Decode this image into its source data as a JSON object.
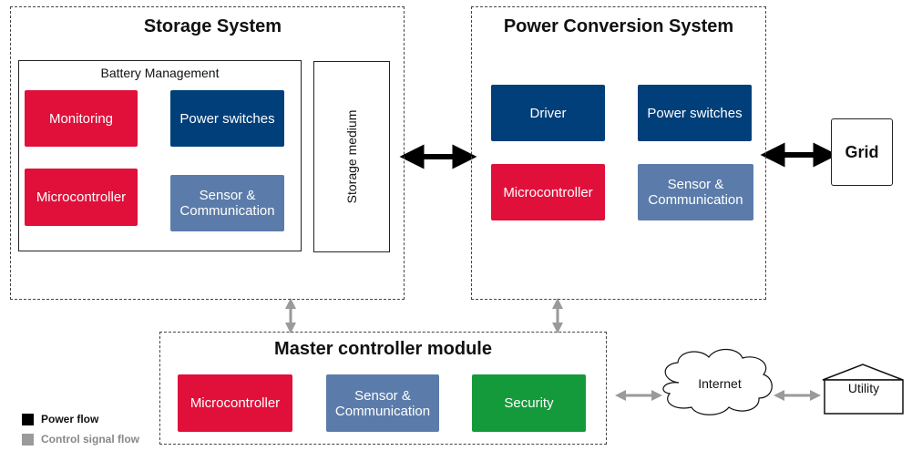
{
  "storage_system": {
    "title": "Storage System",
    "battery_management": {
      "title": "Battery Management",
      "blocks": [
        "Monitoring",
        "Power switches",
        "Microcontroller",
        "Sensor & Communication"
      ]
    },
    "storage_medium": "Storage medium"
  },
  "power_conversion_system": {
    "title": "Power Conversion System",
    "blocks": [
      "Driver",
      "Power switches",
      "Microcontroller",
      "Sensor & Communication"
    ]
  },
  "grid": {
    "label": "Grid"
  },
  "master_controller": {
    "title": "Master controller module",
    "blocks": [
      "Microcontroller",
      "Sensor & Communication",
      "Security"
    ]
  },
  "internet": {
    "label": "Internet"
  },
  "utility": {
    "label": "Utility"
  },
  "legend": {
    "power_flow": {
      "label": "Power flow",
      "color": "#000000"
    },
    "control_signal_flow": {
      "label": "Control signal flow",
      "color": "#9a9a9a"
    }
  },
  "colors": {
    "red": "#e0103a",
    "navy": "#003f7a",
    "steel": "#5b7caa",
    "green": "#149a3a"
  }
}
